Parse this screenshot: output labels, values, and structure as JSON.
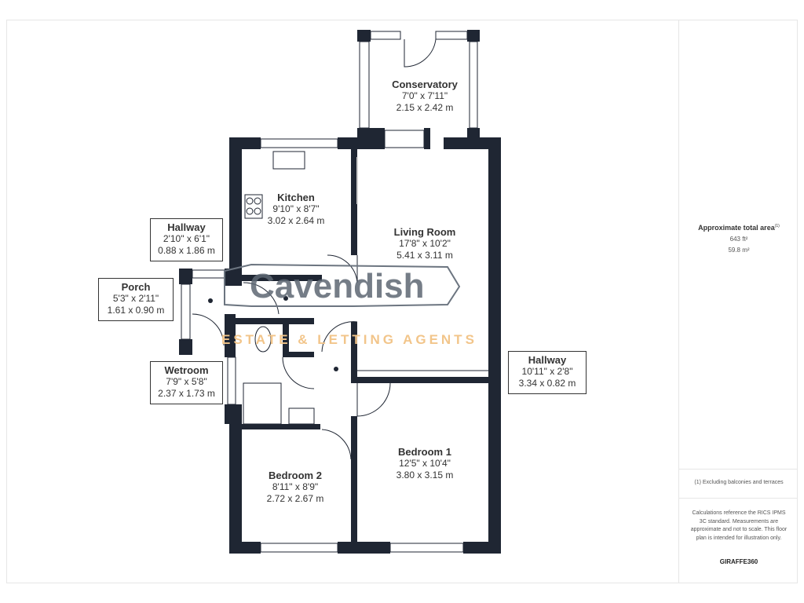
{
  "rooms": {
    "conservatory": {
      "name": "Conservatory",
      "imperial": "7'0\" x 7'11\"",
      "metric": "2.15 x 2.42 m"
    },
    "kitchen": {
      "name": "Kitchen",
      "imperial": "9'10\" x 8'7\"",
      "metric": "3.02 x 2.64 m"
    },
    "living_room": {
      "name": "Living Room",
      "imperial": "17'8\" x 10'2\"",
      "metric": "5.41 x 3.11 m"
    },
    "hallway_small": {
      "name": "Hallway",
      "imperial": "2'10\" x 6'1\"",
      "metric": "0.88 x 1.86 m"
    },
    "porch": {
      "name": "Porch",
      "imperial": "5'3\" x 2'11\"",
      "metric": "1.61 x 0.90 m"
    },
    "wetroom": {
      "name": "Wetroom",
      "imperial": "7'9\" x 5'8\"",
      "metric": "2.37 x 1.73 m"
    },
    "hallway_long": {
      "name": "Hallway",
      "imperial": "10'11\" x 2'8\"",
      "metric": "3.34 x 0.82 m"
    },
    "bedroom1": {
      "name": "Bedroom 1",
      "imperial": "12'5\" x 10'4\"",
      "metric": "3.80 x 3.15 m"
    },
    "bedroom2": {
      "name": "Bedroom 2",
      "imperial": "8'11\" x 8'9\"",
      "metric": "2.72 x 2.67 m"
    }
  },
  "watermark": {
    "brand": "Cavendish",
    "tagline": "ESTATE & LETTING AGENTS"
  },
  "panel": {
    "area_title": "Approximate total area",
    "area_note_mark": "(1)",
    "area_ft": "643 ft²",
    "area_m": "59.8 m²",
    "footnote": "(1) Excluding balconies and terraces",
    "disclaimer": "Calculations reference the RICS IPMS 3C standard. Measurements are approximate and not to scale. This floor plan is intended for illustration only.",
    "logo": "GIRAFFE360"
  },
  "colors": {
    "wall": "#1f2633",
    "watermark_text": "#5d6773",
    "tagline": "#f2c58a"
  }
}
